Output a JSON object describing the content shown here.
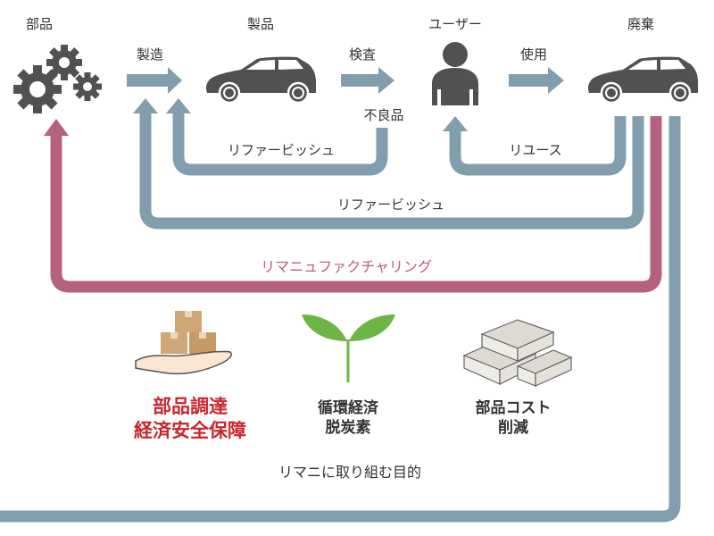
{
  "stages": {
    "parts": "部品",
    "product": "製品",
    "user": "ユーザー",
    "disposal": "廃棄"
  },
  "flows": {
    "manufacture": "製造",
    "inspection": "検査",
    "use": "使用",
    "defective": "不良品",
    "refurbish_inner": "リファービッシュ",
    "reuse": "リユース",
    "refurbish_outer": "リファービッシュ",
    "remanufacturing": "リマニュファクチャリング"
  },
  "goals": {
    "supply": [
      "部品調達",
      "経済安全保障"
    ],
    "circular": [
      "循環経済",
      "脱炭素"
    ],
    "cost": [
      "部品コスト",
      "削減"
    ],
    "caption": "リマニに取り組む目的"
  },
  "colors": {
    "flow_blue": "#819eaf",
    "remanufacturing_pink": "#b5607f",
    "icon_gray": "#505152",
    "goal_red": "#c8262c",
    "leaf_green": "#6db544"
  }
}
